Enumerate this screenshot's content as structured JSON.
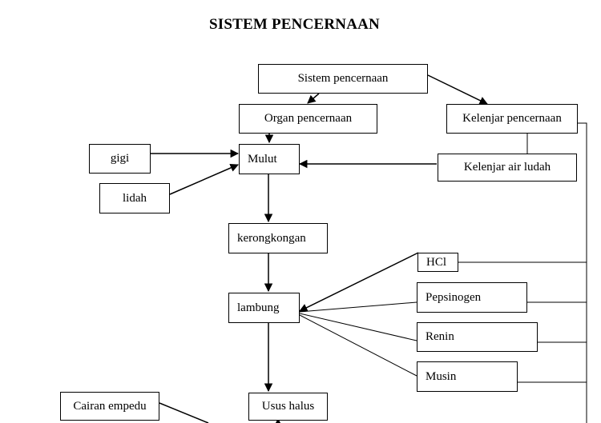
{
  "title": "SISTEM PENCERNAAN",
  "nodes": {
    "sistem": "Sistem pencernaan",
    "organ": "Organ pencernaan",
    "kelenjar": "Kelenjar pencernaan",
    "gigi": "gigi",
    "mulut": "Mulut",
    "kelenjar_ludah": "Kelenjar air ludah",
    "lidah": "lidah",
    "kerongkongan": "kerongkongan",
    "hcl": "HCl",
    "pepsinogen": "Pepsinogen",
    "lambung": "lambung",
    "renin": "Renin",
    "musin": "Musin",
    "cairan_empedu": "Cairan empedu",
    "usus_halus": "Usus halus"
  }
}
